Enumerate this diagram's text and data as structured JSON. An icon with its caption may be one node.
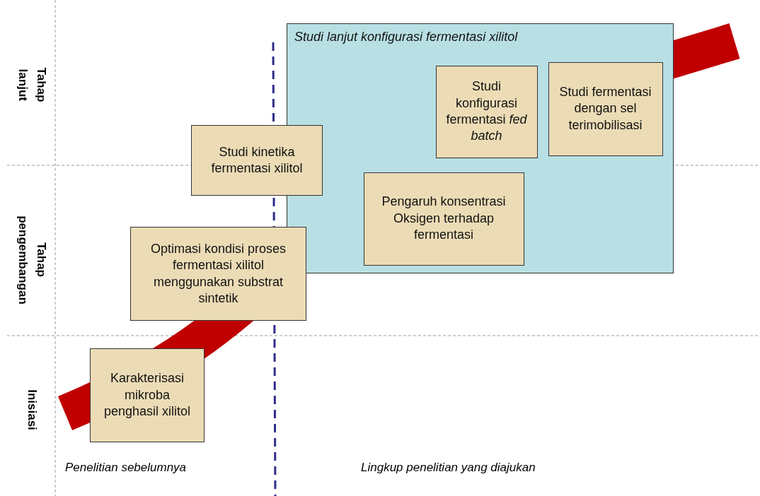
{
  "diagram": {
    "nodes": [
      {
        "text": [
          "Studi lanjut konfigurasi fermentasi xilitol"
        ]
      },
      {
        "text": [
          "Studi konfigurasi fermentasi *fed batch*"
        ],
        "in": 0
      },
      {
        "text": [
          "Studi fermentasi dengan sel terimobilisasi"
        ],
        "in": 0
      },
      {
        "text": [
          "Studi kinetika fermentasi xilitol"
        ]
      },
      {
        "text": [
          "Pengaruh konsentrasi Oksigen terhadap fermentasi"
        ],
        "in": 0
      },
      {
        "text": [
          "Optimasi kondisi proses fermentasi xilitol menggunakan substrat sintetik"
        ]
      },
      {
        "text": [
          "Karakterisasi mikroba penghasil xilitol"
        ]
      }
    ],
    "labels": [
      "Tahap lanjut",
      "Tahap pengembangan",
      "Inisiasi",
      "Penelitian sebelumnya",
      "Lingkup penelitian yang diajukan"
    ]
  }
}
